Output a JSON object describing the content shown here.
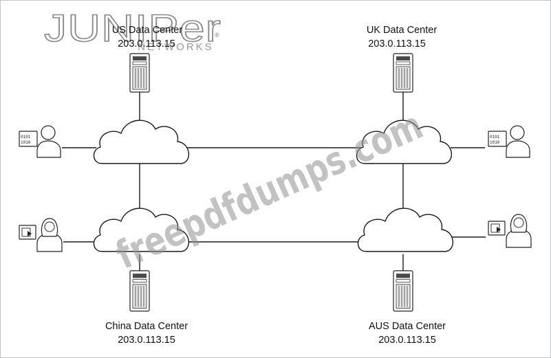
{
  "logo": {
    "main": "JUNIPer",
    "sub": "NETWORKS",
    "mark": "®"
  },
  "watermark": "freepdfdumps.com",
  "data_centers": {
    "us": {
      "name": "US Data Center",
      "ip": "203.0.113.15"
    },
    "uk": {
      "name": "UK Data Center",
      "ip": "203.0.113.15"
    },
    "china": {
      "name": "China Data Center",
      "ip": "203.0.113.15"
    },
    "aus": {
      "name": "AUS Data Center",
      "ip": "203.0.113.15"
    }
  },
  "colors": {
    "line": "#1a1a1a",
    "watermark": "#8f8f8f",
    "logo": "#8a8a8a"
  }
}
